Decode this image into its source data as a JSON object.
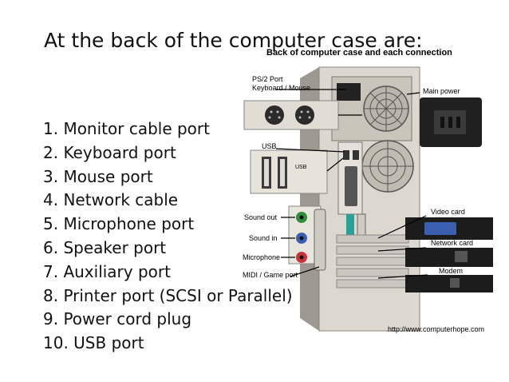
{
  "slide": {
    "title": "At the back of the computer case are:",
    "list": [
      "1. Monitor cable port",
      "2. Keyboard port",
      "3. Mouse port",
      "4. Network cable",
      "5. Microphone port",
      "6. Speaker port",
      "7. Auxiliary port",
      "8. Printer port (SCSI or Parallel)",
      "9. Power cord plug",
      "10. USB port"
    ]
  },
  "figure": {
    "caption": "Back of computer case and each connection",
    "labels": {
      "ps2_line1": "PS/2 Port",
      "ps2_line2": "Keyboard / Mouse",
      "usb": "USB",
      "usb_small": "USB",
      "sound_out": "Sound out",
      "sound_in": "Sound in",
      "microphone": "Microphone",
      "midi": "MIDI / Game port",
      "main_power": "Main power",
      "video_card": "Video card",
      "network_card": "Network card",
      "modem": "Modem"
    },
    "credit": "http://www.computerhope.com",
    "colors": {
      "case": "#dcd8cf",
      "port_green": "#2f8f3f",
      "port_blue": "#3a5fae",
      "port_red": "#c8323a",
      "port_teal": "#2aa198",
      "card_dark": "#1c1c1c"
    }
  }
}
